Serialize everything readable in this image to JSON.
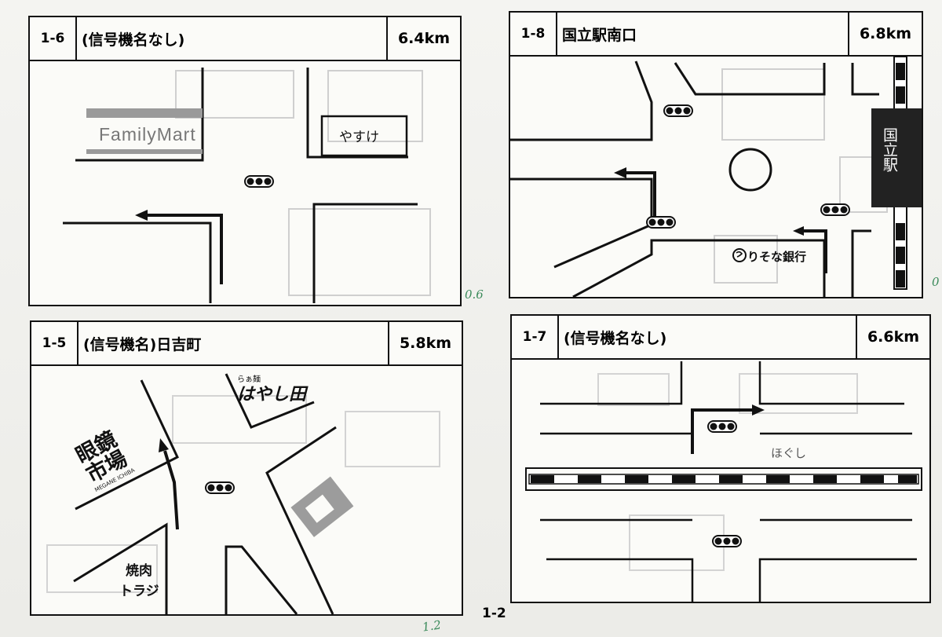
{
  "page": {
    "number": "1-2"
  },
  "notes": {
    "right_top": "0.6",
    "right_edge": "0",
    "bottom": "1.2"
  },
  "panels": [
    {
      "id": "1-6",
      "name": "(信号機名なし)",
      "distance": "6.4km",
      "landmarks": {
        "familymart": "FamilyMart",
        "yasuke": "やすけ"
      }
    },
    {
      "id": "1-8",
      "name": "国立駅南口",
      "distance": "6.8km",
      "landmarks": {
        "station": "国立駅",
        "bank": "りそな銀行"
      }
    },
    {
      "id": "1-5",
      "name": "(信号機名)日吉町",
      "distance": "5.8km",
      "landmarks": {
        "megane": "眼鏡市場",
        "megane_sub": "MEGANE ICHIBA",
        "ramen": "はやし田",
        "ramen_sub": "らぁ麺",
        "yakiniku_1": "焼肉",
        "yakiniku_2": "トラジ"
      }
    },
    {
      "id": "1-7",
      "name": "(信号機名なし)",
      "distance": "6.6km",
      "landmarks": {
        "hogushi": "ほぐし"
      }
    }
  ],
  "colors": {
    "line": "#111111",
    "paper": "#fbfbf8",
    "annotation": "#3a8a5a"
  },
  "icons": [
    "traffic-light-icon",
    "turn-arrow-icon",
    "resona-logo-icon"
  ]
}
